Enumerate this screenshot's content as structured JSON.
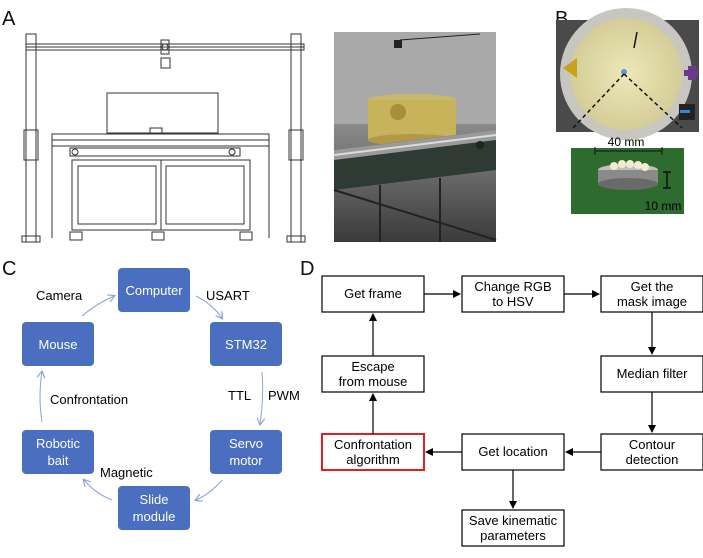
{
  "panels": {
    "a": "A",
    "b": "B",
    "c": "C",
    "d": "D"
  },
  "panel_b": {
    "diameter_label": "40 mm",
    "height_label": "10 mm"
  },
  "panel_c": {
    "nodes": {
      "computer": "Computer",
      "stm32": "STM32",
      "servo_line1": "Servo",
      "servo_line2": "motor",
      "slide_line1": "Slide",
      "slide_line2": "module",
      "robotic_line1": "Robotic",
      "robotic_line2": "bait",
      "mouse": "Mouse"
    },
    "edges": {
      "camera": "Camera",
      "usart": "USART",
      "ttl": "TTL",
      "pwm": "PWM",
      "magnetic": "Magnetic",
      "confrontation": "Confrontation"
    },
    "colors": {
      "node_fill": "#4a6fc0",
      "arrow": "#8aa4d8"
    }
  },
  "panel_d": {
    "boxes": {
      "get_frame": "Get frame",
      "rgb_line1": "Change RGB",
      "rgb_line2": "to HSV",
      "mask_line1": "Get the",
      "mask_line2": "mask image",
      "median": "Median filter",
      "contour_line1": "Contour",
      "contour_line2": "detection",
      "location": "Get location",
      "algo_line1": "Confrontation",
      "algo_line2": "algorithm",
      "escape_line1": "Escape",
      "escape_line2": "from mouse",
      "save_line1": "Save kinematic",
      "save_line2": "parameters"
    },
    "colors": {
      "highlight_border": "#e02020",
      "border": "#000000"
    }
  }
}
